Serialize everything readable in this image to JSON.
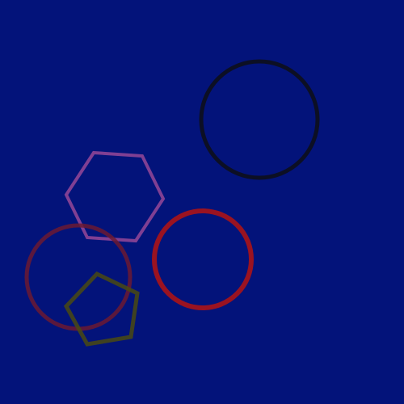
{
  "canvas": {
    "background": "#03137a"
  },
  "shapes": [
    {
      "name": "black-circle",
      "kind": "circle",
      "stroke": "#0c0f24",
      "opacity": 1.0
    },
    {
      "name": "pink-hexagon",
      "kind": "hexagon",
      "stroke": "#a04b9a",
      "opacity": 0.8
    },
    {
      "name": "dark-red-circle",
      "kind": "circle",
      "stroke": "#6b1a32",
      "opacity": 0.85
    },
    {
      "name": "red-circle",
      "kind": "circle",
      "stroke": "#9a1321",
      "opacity": 1.0
    },
    {
      "name": "olive-pentagon",
      "kind": "pentagon",
      "stroke": "#4a4a12",
      "opacity": 0.85
    }
  ]
}
